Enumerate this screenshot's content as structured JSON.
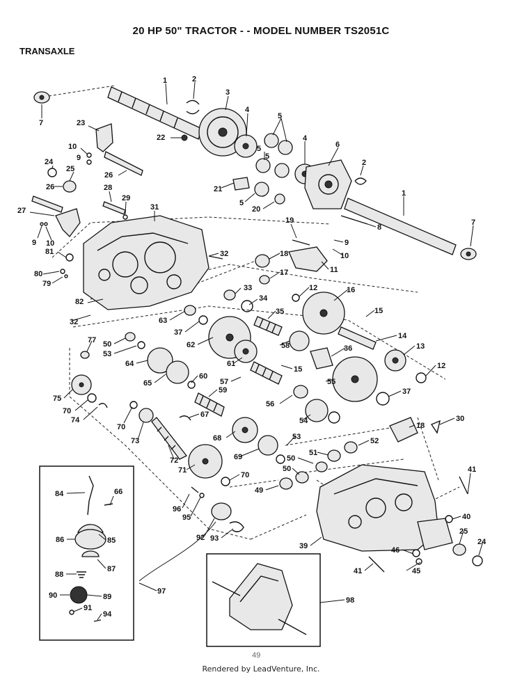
{
  "header": {
    "title": "20 HP 50\" TRACTOR - - MODEL NUMBER TS2051C",
    "section": "TRANSAXLE"
  },
  "page": {
    "number": "49"
  },
  "footer": {
    "rendered_by": "Rendered by LeadVenture, Inc."
  },
  "callouts": [
    {
      "n": "1"
    },
    {
      "n": "2"
    },
    {
      "n": "3"
    },
    {
      "n": "4"
    },
    {
      "n": "5"
    },
    {
      "n": "4"
    },
    {
      "n": "5"
    },
    {
      "n": "5"
    },
    {
      "n": "6"
    },
    {
      "n": "2"
    },
    {
      "n": "1"
    },
    {
      "n": "7"
    },
    {
      "n": "7"
    },
    {
      "n": "23"
    },
    {
      "n": "22"
    },
    {
      "n": "10"
    },
    {
      "n": "9"
    },
    {
      "n": "24"
    },
    {
      "n": "25"
    },
    {
      "n": "26"
    },
    {
      "n": "26"
    },
    {
      "n": "28"
    },
    {
      "n": "29"
    },
    {
      "n": "27"
    },
    {
      "n": "31"
    },
    {
      "n": "21"
    },
    {
      "n": "5"
    },
    {
      "n": "20"
    },
    {
      "n": "8"
    },
    {
      "n": "19"
    },
    {
      "n": "9"
    },
    {
      "n": "10"
    },
    {
      "n": "9"
    },
    {
      "n": "10"
    },
    {
      "n": "81"
    },
    {
      "n": "32"
    },
    {
      "n": "18"
    },
    {
      "n": "11"
    },
    {
      "n": "17"
    },
    {
      "n": "80"
    },
    {
      "n": "79"
    },
    {
      "n": "12"
    },
    {
      "n": "33"
    },
    {
      "n": "34"
    },
    {
      "n": "16"
    },
    {
      "n": "82"
    },
    {
      "n": "35"
    },
    {
      "n": "15"
    },
    {
      "n": "32"
    },
    {
      "n": "63"
    },
    {
      "n": "37"
    },
    {
      "n": "62"
    },
    {
      "n": "14"
    },
    {
      "n": "50"
    },
    {
      "n": "77"
    },
    {
      "n": "53"
    },
    {
      "n": "58"
    },
    {
      "n": "36"
    },
    {
      "n": "13"
    },
    {
      "n": "64"
    },
    {
      "n": "61"
    },
    {
      "n": "15"
    },
    {
      "n": "12"
    },
    {
      "n": "65"
    },
    {
      "n": "60"
    },
    {
      "n": "57"
    },
    {
      "n": "55"
    },
    {
      "n": "59"
    },
    {
      "n": "75"
    },
    {
      "n": "70"
    },
    {
      "n": "37"
    },
    {
      "n": "74"
    },
    {
      "n": "56"
    },
    {
      "n": "67"
    },
    {
      "n": "70"
    },
    {
      "n": "54"
    },
    {
      "n": "30"
    },
    {
      "n": "73"
    },
    {
      "n": "18"
    },
    {
      "n": "68"
    },
    {
      "n": "53"
    },
    {
      "n": "52"
    },
    {
      "n": "72"
    },
    {
      "n": "69"
    },
    {
      "n": "51"
    },
    {
      "n": "66"
    },
    {
      "n": "50"
    },
    {
      "n": "71"
    },
    {
      "n": "84"
    },
    {
      "n": "50"
    },
    {
      "n": "70"
    },
    {
      "n": "41"
    },
    {
      "n": "49"
    },
    {
      "n": "96"
    },
    {
      "n": "95"
    },
    {
      "n": "40"
    },
    {
      "n": "86"
    },
    {
      "n": "85"
    },
    {
      "n": "92"
    },
    {
      "n": "93"
    },
    {
      "n": "25"
    },
    {
      "n": "24"
    },
    {
      "n": "39"
    },
    {
      "n": "87"
    },
    {
      "n": "46"
    },
    {
      "n": "88"
    },
    {
      "n": "41"
    },
    {
      "n": "45"
    },
    {
      "n": "97"
    },
    {
      "n": "90"
    },
    {
      "n": "89"
    },
    {
      "n": "98"
    },
    {
      "n": "91"
    },
    {
      "n": "94"
    }
  ]
}
